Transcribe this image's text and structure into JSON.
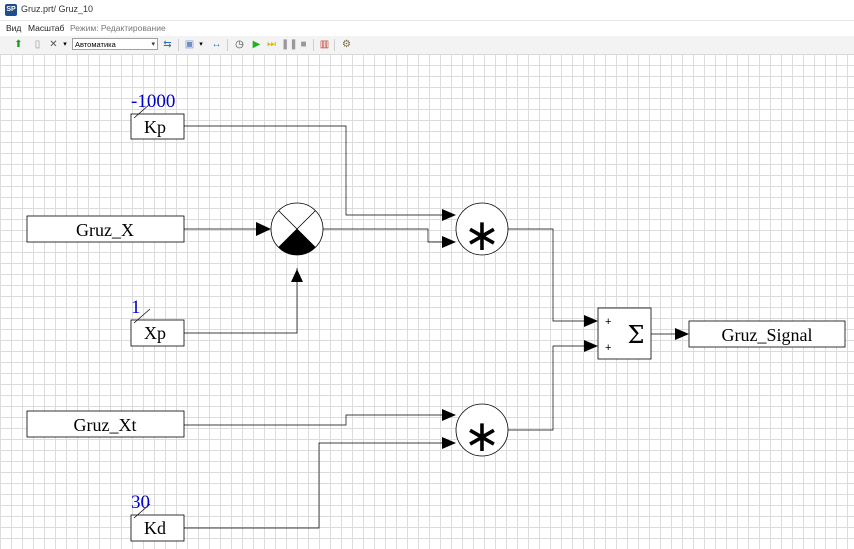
{
  "window": {
    "title": "Gruz.prt/ Gruz_10",
    "app_icon": "app-logo-icon"
  },
  "menu": {
    "view": "Вид",
    "scale": "Масштаб",
    "mode": "Режим: Редактирование"
  },
  "toolbar": {
    "solver_select": "Автоматика",
    "icons": [
      "up-arrow-icon",
      "document-icon",
      "tools-icon",
      "dropdown-icon",
      "swap-icon",
      "layers-icon",
      "dropdown-icon",
      "link-icon",
      "timer-icon",
      "play-icon",
      "step-icon",
      "pause-icon",
      "stop-icon",
      "chart-icon",
      "settings-icon"
    ]
  },
  "diagram": {
    "blocks": {
      "kp": {
        "label": "Kp",
        "value": "-1000"
      },
      "gruz_x": {
        "label": "Gruz_X"
      },
      "xp": {
        "label": "Xp",
        "value": "1"
      },
      "gruz_xt": {
        "label": "Gruz_Xt"
      },
      "kd": {
        "label": "Kd",
        "value": "30"
      },
      "mult_top": {
        "symbol": "∗"
      },
      "mult_bottom": {
        "symbol": "∗"
      },
      "sum": {
        "symbol": "Σ",
        "in1": "+",
        "in2": "+"
      },
      "gruz_signal": {
        "label": "Gruz_Signal"
      }
    },
    "colors": {
      "param": "#0000cc",
      "line": "#000000",
      "grid": "#dcdcdc"
    }
  }
}
